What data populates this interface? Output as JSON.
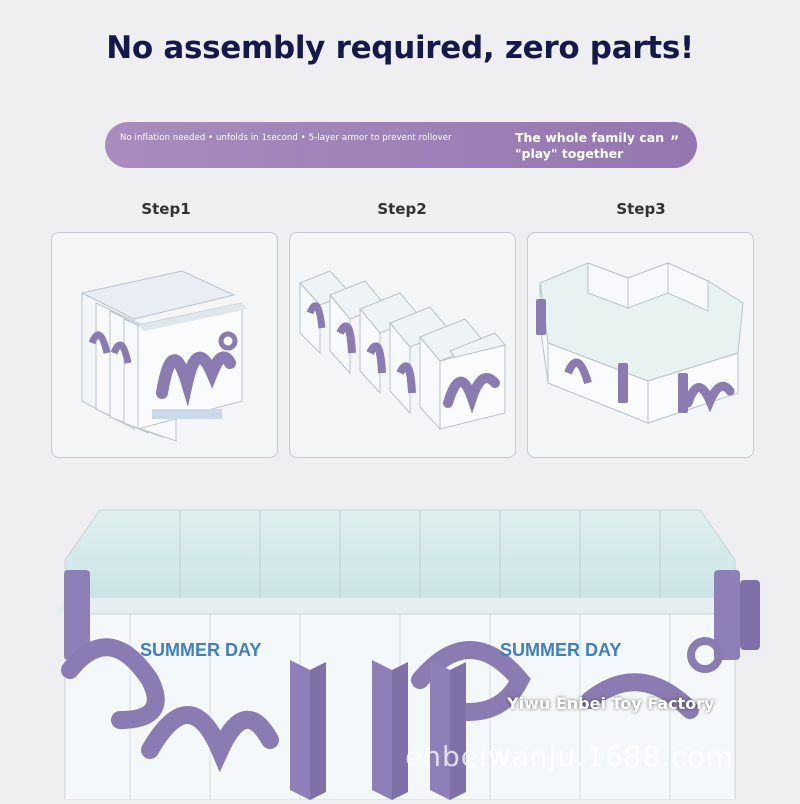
{
  "headline": "No assembly required, zero parts!",
  "banner": {
    "features": "No inflation needed  •  unfolds in 1second  •  5-layer armor to prevent rollover",
    "tagline": "The whole family can \"play\" together",
    "quote_mark": "”"
  },
  "steps": [
    {
      "label": "Step1"
    },
    {
      "label": "Step2"
    },
    {
      "label": "Step3"
    }
  ],
  "pool": {
    "print_left": "SUMMER DAY",
    "print_right": "SUMMER DAY"
  },
  "watermark": {
    "factory": "Yiwu Enbei Toy Factory",
    "url": "enbeiwanju.1688.com"
  },
  "colors": {
    "headline": "#15184a",
    "banner": "#9f84b8",
    "accent_purple": "#8b7bb3",
    "panel_white": "#f5f8fa",
    "print_blue": "#3f7fc4"
  }
}
